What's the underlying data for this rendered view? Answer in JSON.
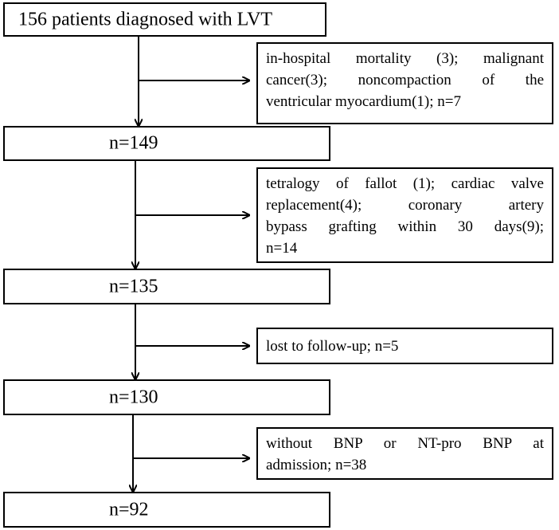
{
  "flow": {
    "main_boxes": [
      {
        "text": "156 patients diagnosed with LVT"
      },
      {
        "text": "n=149"
      },
      {
        "text": "n=135"
      },
      {
        "text": "n=130"
      },
      {
        "text": "n=92"
      }
    ],
    "exclusions": [
      {
        "lines": [
          "in-hospital mortality (3); malignant",
          "cancer(3); noncompaction of the",
          "ventricular myocardium(1); n=7"
        ]
      },
      {
        "lines": [
          "tetralogy of fallot (1); cardiac valve",
          "replacement(4); coronary artery",
          "bypass grafting within 30 days(9);",
          "n=14"
        ]
      },
      {
        "lines": [
          "lost to follow-up; n=5"
        ]
      },
      {
        "lines": [
          "without BNP or NT-pro BNP at",
          "admission; n=38"
        ]
      }
    ]
  }
}
